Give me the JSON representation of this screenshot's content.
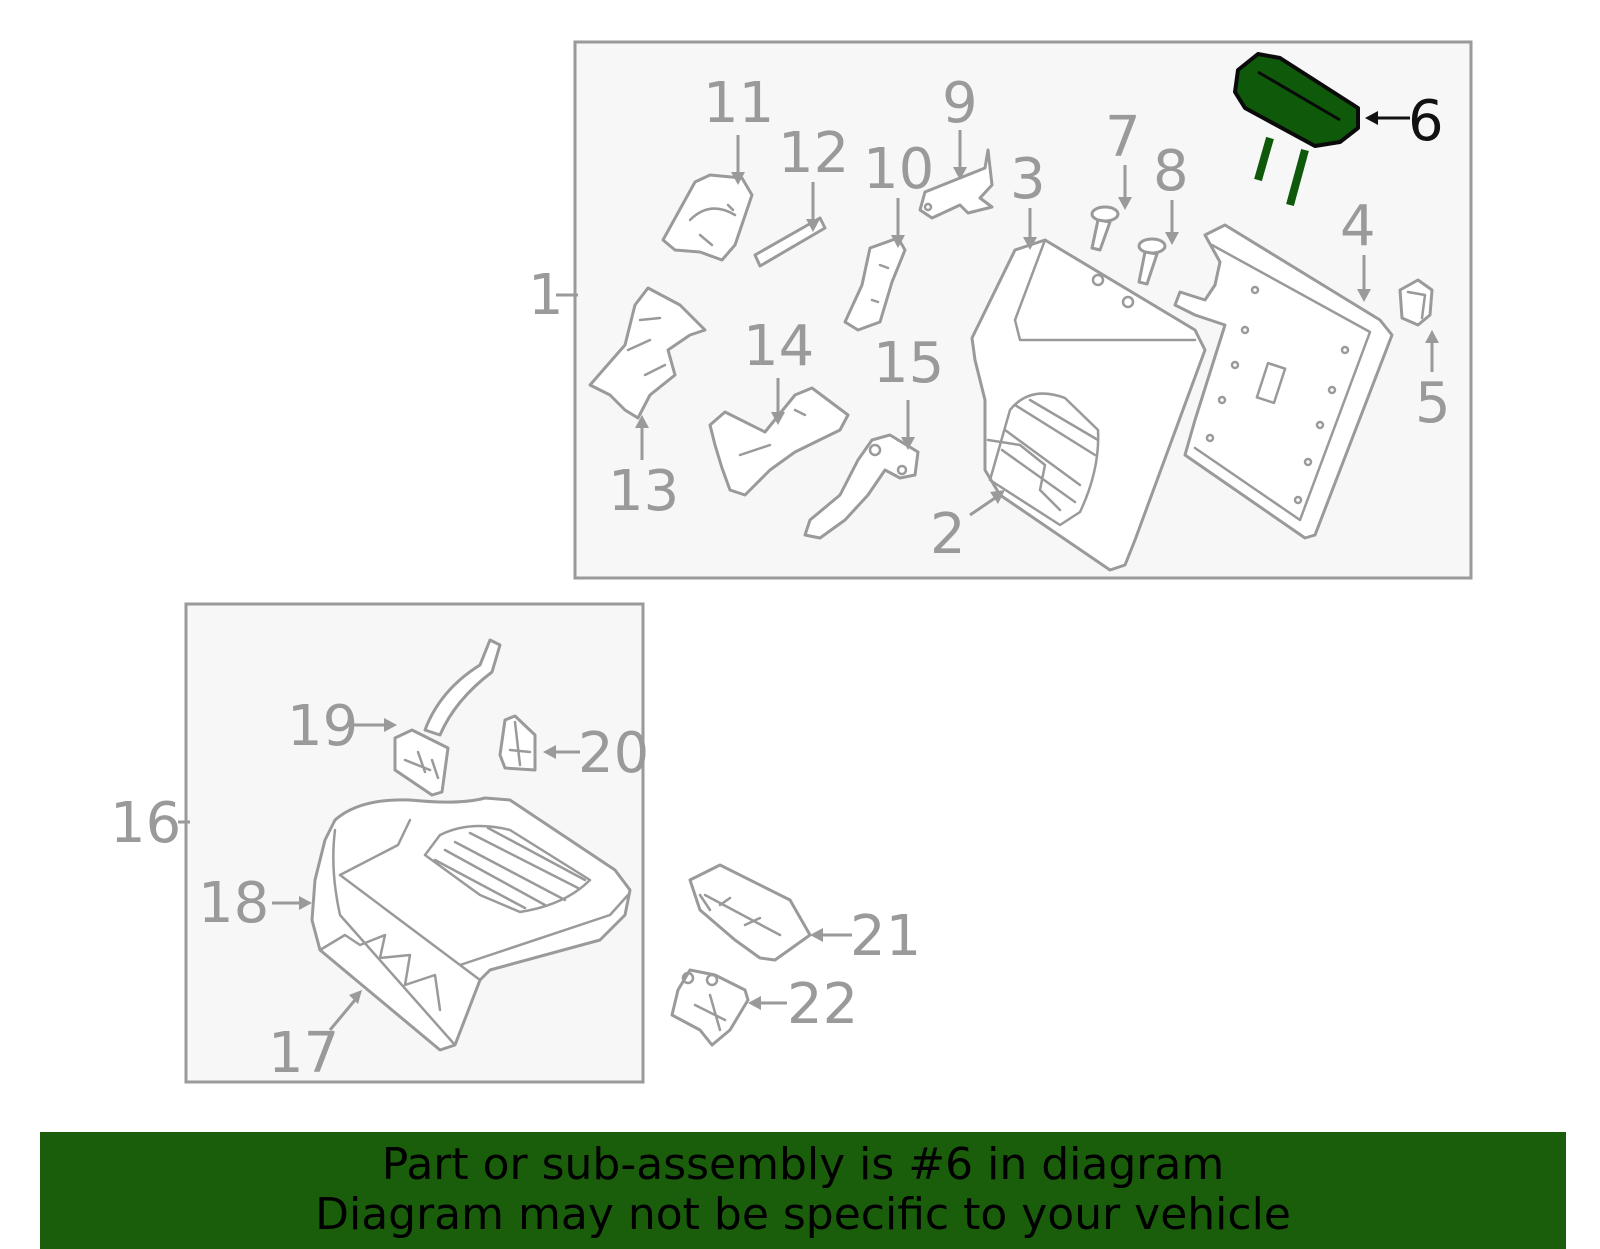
{
  "diagram": {
    "highlight_color": "#1a5e0c",
    "highlighted_part": "6",
    "callouts": [
      "1",
      "2",
      "3",
      "4",
      "5",
      "6",
      "7",
      "8",
      "9",
      "10",
      "11",
      "12",
      "13",
      "14",
      "15",
      "16",
      "17",
      "18",
      "19",
      "20",
      "21",
      "22"
    ]
  },
  "footer": {
    "line1": "Part or sub-assembly is #6 in diagram",
    "line2": "Diagram may not be specific to your vehicle"
  }
}
